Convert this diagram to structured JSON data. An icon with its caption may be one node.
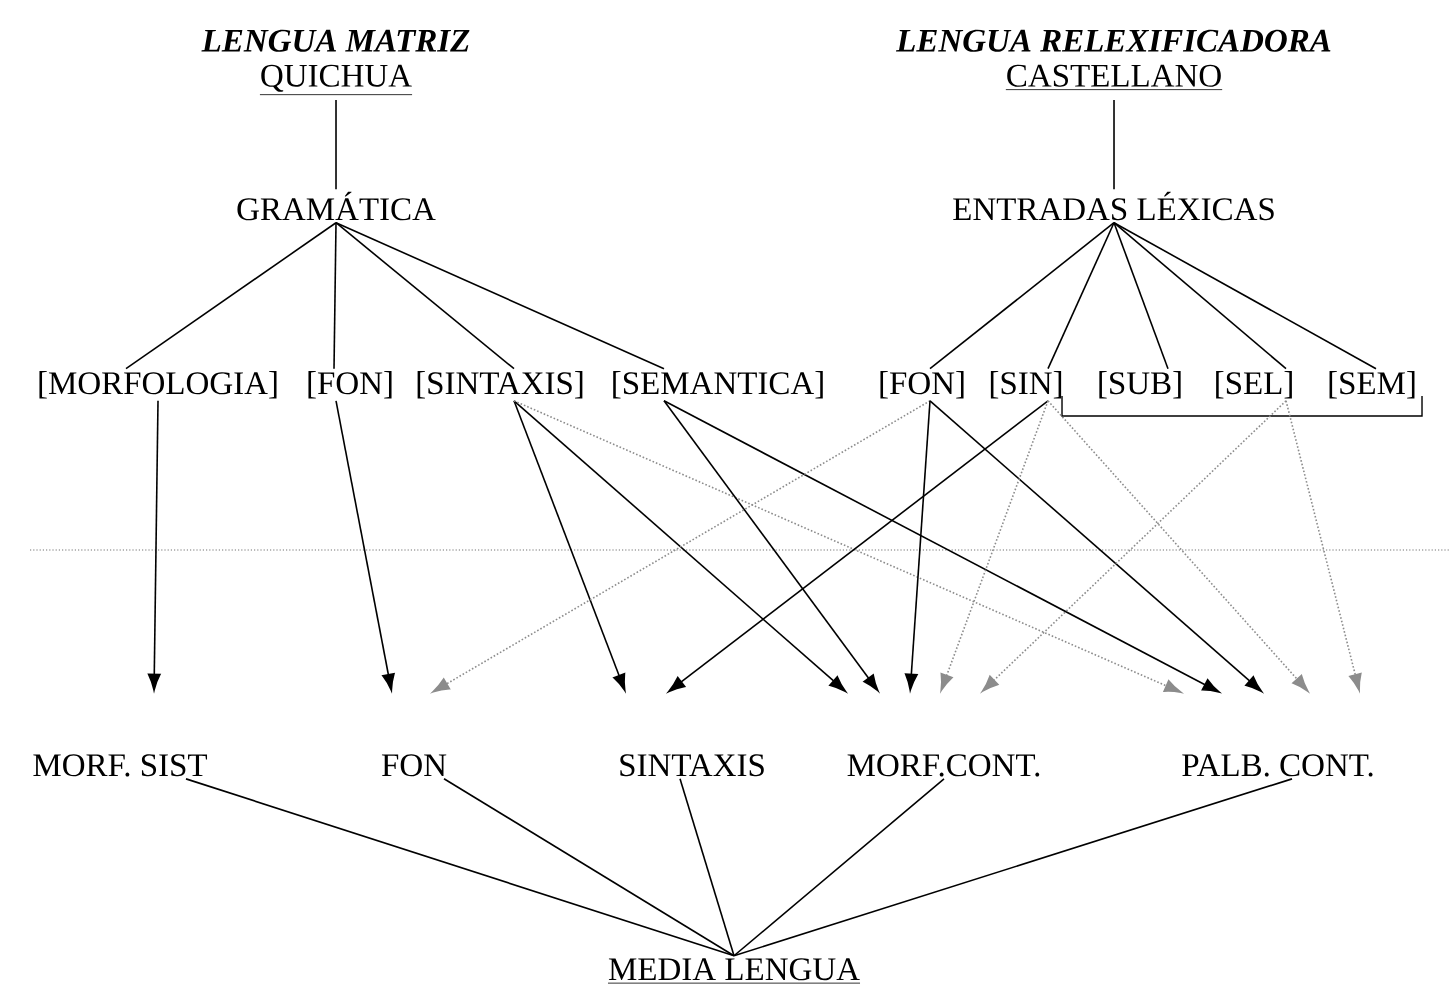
{
  "diagram": {
    "nodes": [
      {
        "text": [
          "LENGUA MATRIZ",
          "QUICHUA"
        ]
      },
      {
        "text": [
          "LENGUA RELEXIFICADORA",
          "CASTELLANO"
        ]
      },
      {
        "text": [
          "GRAMÁTICA"
        ]
      },
      {
        "text": [
          "ENTRADAS LÉXICAS"
        ]
      },
      {
        "text": [
          "[MORFOLOGIA]"
        ]
      },
      {
        "text": [
          "[FON]"
        ]
      },
      {
        "text": [
          "[SINTAXIS]"
        ]
      },
      {
        "text": [
          "[SEMANTICA]"
        ]
      },
      {
        "text": [
          "[FON]"
        ]
      },
      {
        "text": [
          "[SIN]"
        ]
      },
      {
        "text": [
          "[SUB]"
        ]
      },
      {
        "text": [
          "[SEL]"
        ]
      },
      {
        "text": [
          "[SEM]"
        ]
      },
      {
        "text": [
          "MORF. SIST"
        ]
      },
      {
        "text": [
          "FON"
        ]
      },
      {
        "text": [
          "SINTAXIS"
        ]
      },
      {
        "text": [
          "MORF.CONT."
        ]
      },
      {
        "text": [
          "PALB. CONT."
        ]
      },
      {
        "text": [
          "MEDIA LENGUA"
        ]
      }
    ],
    "edges": [
      {
        "from": 0,
        "to": 2,
        "arrow": "none"
      },
      {
        "from": 1,
        "to": 3,
        "arrow": "none"
      },
      {
        "from": 2,
        "to": 4,
        "arrow": "none"
      },
      {
        "from": 2,
        "to": 5,
        "arrow": "none"
      },
      {
        "from": 2,
        "to": 6,
        "arrow": "none"
      },
      {
        "from": 2,
        "to": 7,
        "arrow": "none"
      },
      {
        "from": 3,
        "to": 8,
        "arrow": "none"
      },
      {
        "from": 3,
        "to": 9,
        "arrow": "none"
      },
      {
        "from": 3,
        "to": 10,
        "arrow": "none"
      },
      {
        "from": 3,
        "to": 11,
        "arrow": "none"
      },
      {
        "from": 3,
        "to": 12,
        "arrow": "none"
      },
      {
        "from": 4,
        "to": 13,
        "arrow": "to"
      },
      {
        "from": 5,
        "to": 14,
        "arrow": "to"
      },
      {
        "from": 6,
        "to": 15,
        "arrow": "to"
      },
      {
        "from": 6,
        "to": 16,
        "arrow": "to"
      },
      {
        "from": 6,
        "to": 17,
        "arrow": "to",
        "style": "dashed",
        "color": "#8c8c8c"
      },
      {
        "from": 7,
        "to": 16,
        "arrow": "to"
      },
      {
        "from": 7,
        "to": 17,
        "arrow": "to"
      },
      {
        "from": 8,
        "to": 14,
        "arrow": "to",
        "style": "dashed",
        "color": "#8c8c8c"
      },
      {
        "from": 8,
        "to": 16,
        "arrow": "to"
      },
      {
        "from": 8,
        "to": 17,
        "arrow": "to"
      },
      {
        "from": 9,
        "to": 15,
        "arrow": "to"
      },
      {
        "from": 9,
        "to": 16,
        "arrow": "to",
        "style": "dashed",
        "color": "#8c8c8c"
      },
      {
        "from": 9,
        "to": 17,
        "arrow": "to",
        "style": "dashed",
        "color": "#8c8c8c"
      },
      {
        "from": 11,
        "to": 16,
        "arrow": "to",
        "style": "dashed",
        "color": "#8c8c8c"
      },
      {
        "from": 11,
        "to": 17,
        "arrow": "to",
        "style": "dashed",
        "color": "#8c8c8c"
      },
      {
        "from": 13,
        "to": 18,
        "arrow": "none"
      },
      {
        "from": 14,
        "to": 18,
        "arrow": "none"
      },
      {
        "from": 15,
        "to": 18,
        "arrow": "none"
      },
      {
        "from": 16,
        "to": 18,
        "arrow": "none"
      },
      {
        "from": 17,
        "to": 18,
        "arrow": "none"
      }
    ]
  }
}
